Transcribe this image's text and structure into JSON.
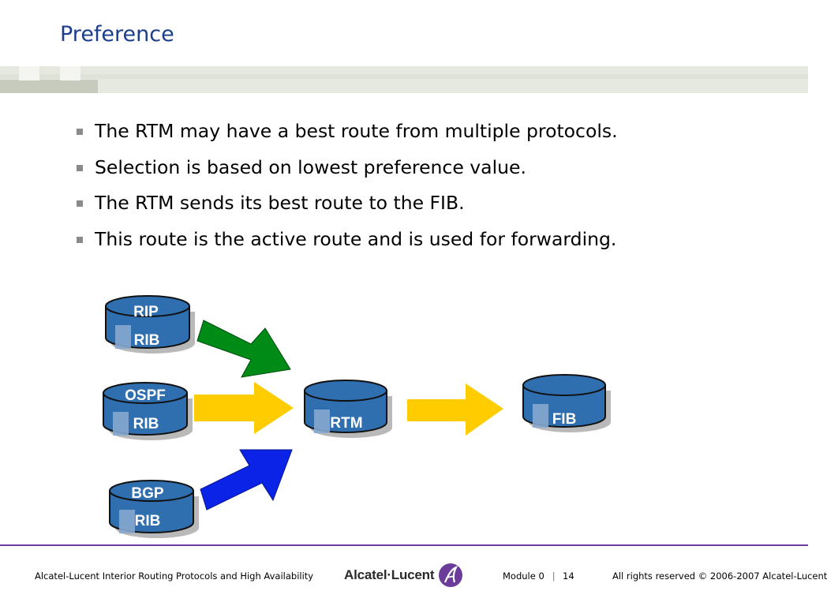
{
  "slide": {
    "title": "Preference",
    "bullets": [
      "The RTM may have a best route from multiple protocols.",
      "Selection is based on lowest preference value.",
      "The RTM sends its best route to the FIB.",
      "This route is the active route and is used for forwarding."
    ]
  },
  "diagram": {
    "rip": {
      "top": "RIP",
      "bottom": "RIB"
    },
    "ospf": {
      "top": "OSPF",
      "bottom": "RIB"
    },
    "bgp": {
      "top": "BGP",
      "bottom": "RIB"
    },
    "rtm": "RTM",
    "fib": "FIB",
    "colors": {
      "cylinder": "#2f6fb0",
      "cylinder_highlight": "#86a8cf",
      "arrow_green": "#008a16",
      "arrow_yellow": "#ffcc00",
      "arrow_blue": "#0a23e6"
    }
  },
  "footer": {
    "course": "Alcatel-Lucent Interior Routing Protocols and High Availability",
    "logo": "Alcatel·Lucent",
    "module": "Module  0",
    "page": "14",
    "copyright": "All rights reserved © 2006-2007 Alcatel-Lucent"
  },
  "icons": {
    "logo_mark": "alcatel-lucent-a-icon",
    "bullet": "square-bullet-icon"
  }
}
